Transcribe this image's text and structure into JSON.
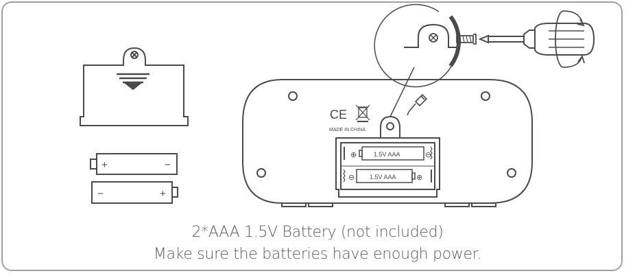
{
  "diagram": {
    "battery_label_1": "1.5V AAA",
    "battery_label_2": "1.5V AAA",
    "made_in": "MADE IN CHINA",
    "ce_mark": "CE",
    "loose_battery_1": {
      "plus": "+",
      "minus": "−"
    },
    "loose_battery_2": {
      "plus": "+",
      "minus": "−"
    },
    "compartment_plus_1": "⊕",
    "compartment_minus_1": "⊖",
    "compartment_plus_2": "⊕",
    "compartment_minus_2": "⊖"
  },
  "caption": {
    "line1": "2*AAA 1.5V Battery (not included)",
    "line2": "Make sure the batteries have enough power."
  },
  "colors": {
    "stroke": "#4a4a4a",
    "frame": "#9a9a9a",
    "text": "#5a5a5a"
  }
}
